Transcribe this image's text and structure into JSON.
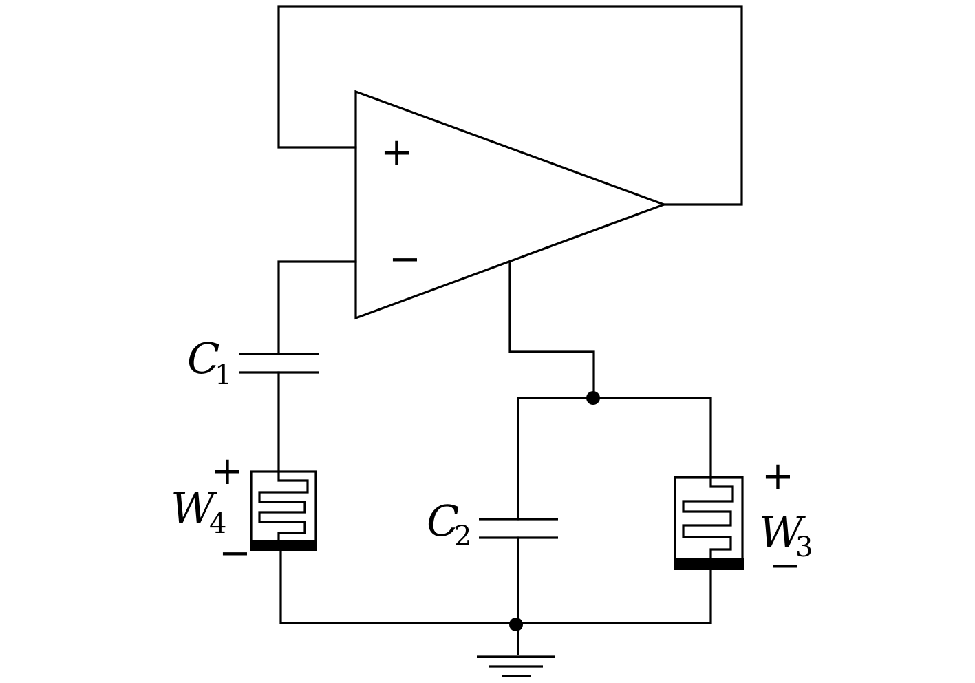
{
  "opamp": {
    "plus_label": "+",
    "minus_label": "−"
  },
  "components": {
    "c1": {
      "letter": "C",
      "subscript": "1"
    },
    "c2": {
      "letter": "C",
      "subscript": "2"
    },
    "w4": {
      "letter": "W",
      "subscript": "4",
      "plus": "+",
      "minus": "−"
    },
    "w3": {
      "letter": "W",
      "subscript": "3",
      "plus": "+",
      "minus": "−"
    }
  },
  "colors": {
    "line": "#000000",
    "background": "#ffffff"
  }
}
